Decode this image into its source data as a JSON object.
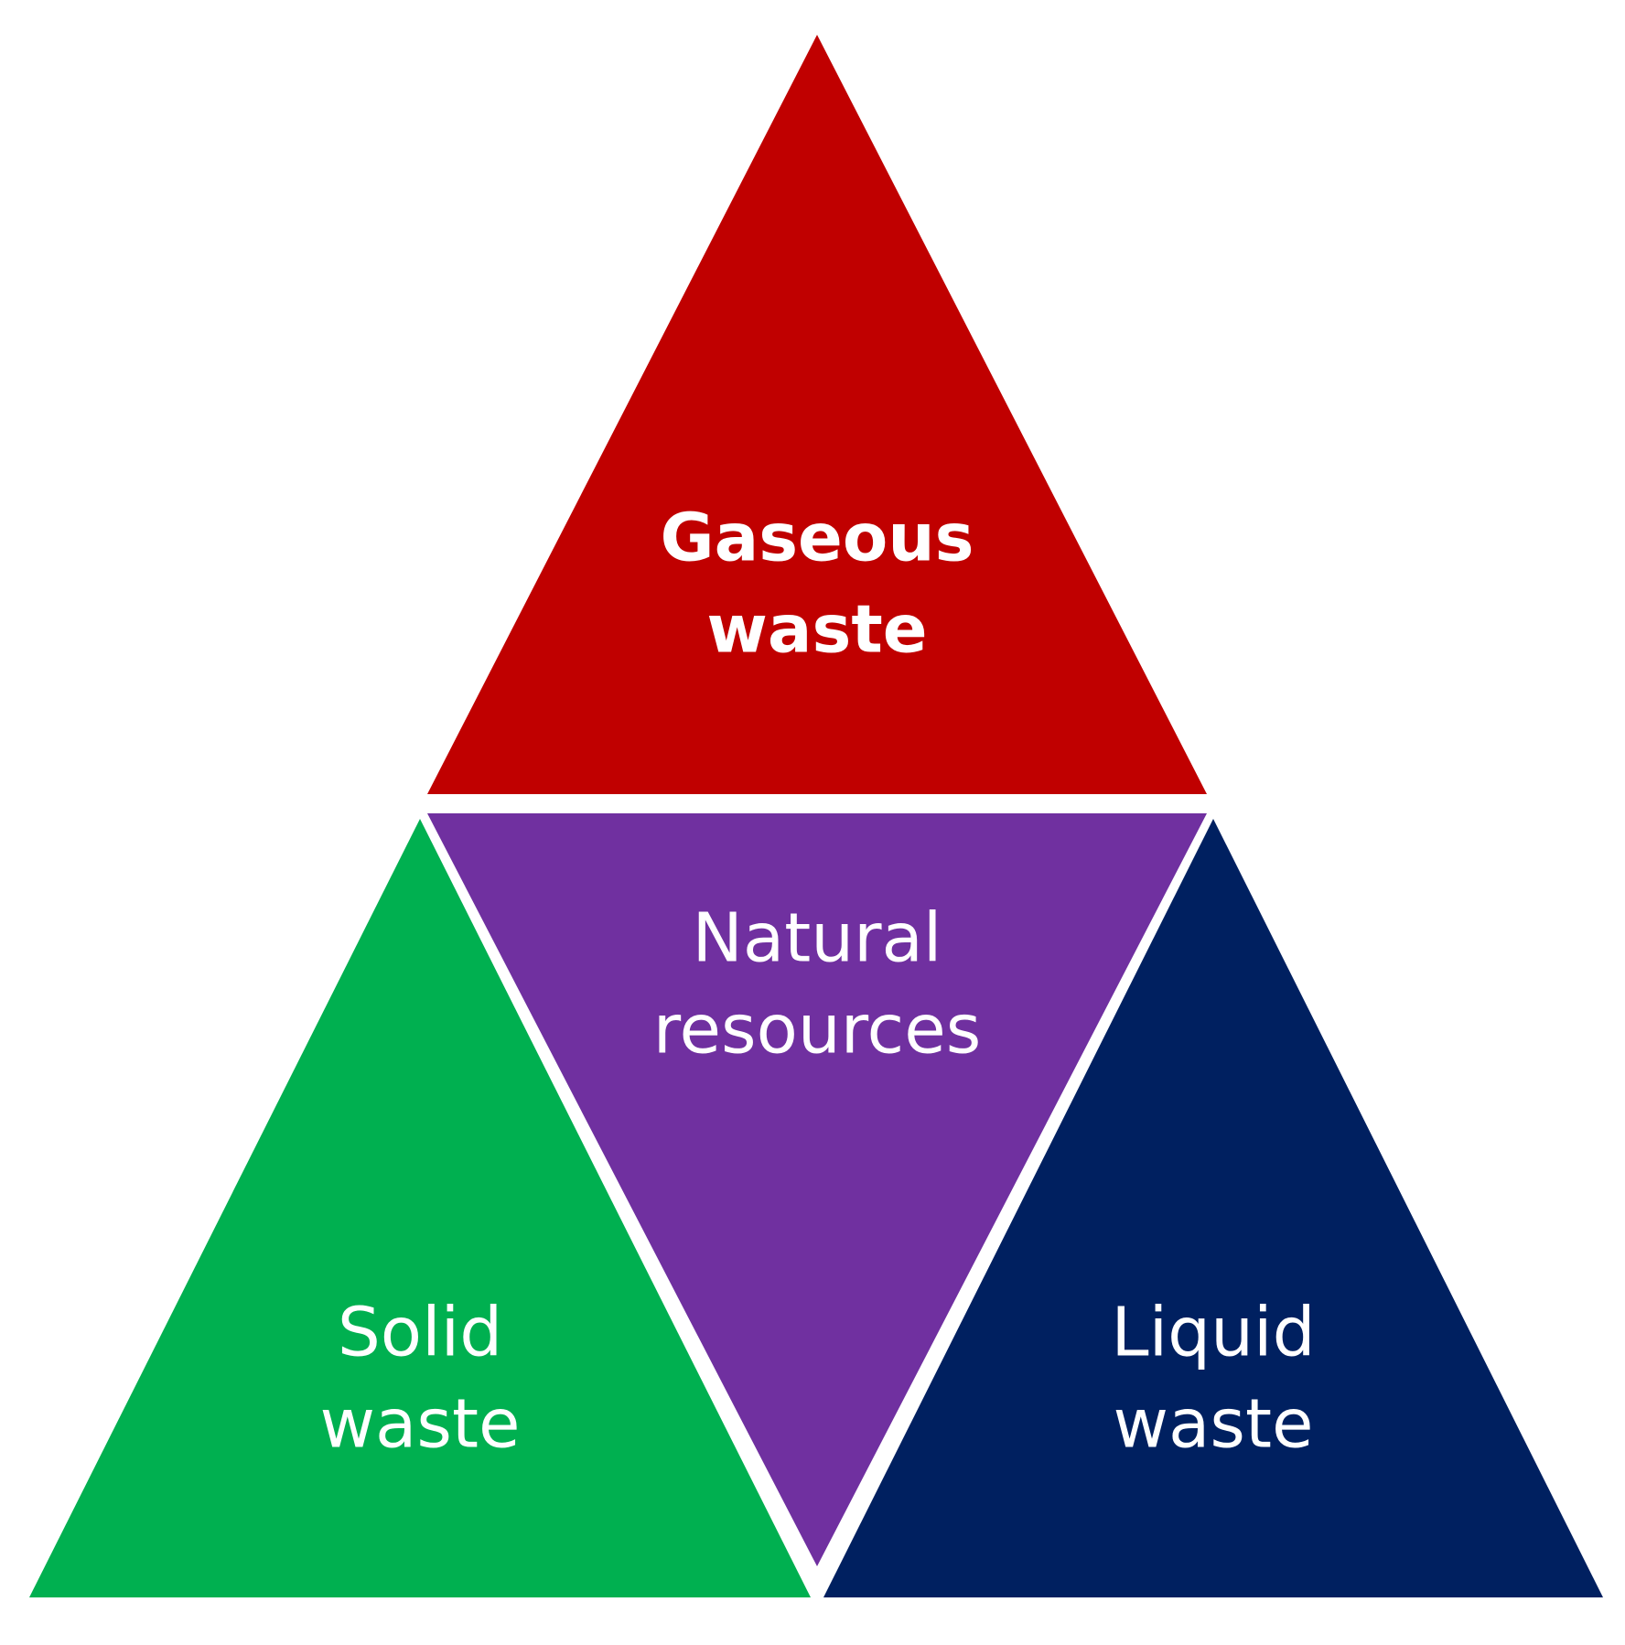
{
  "diagram": {
    "top": {
      "line1": "Gaseous",
      "line2": "waste",
      "color": "#C00000"
    },
    "center": {
      "line1": "Natural",
      "line2": "resources",
      "color": "#7030A0"
    },
    "left": {
      "line1": "Solid",
      "line2": "waste",
      "color": "#00B050"
    },
    "right": {
      "line1": "Liquid",
      "line2": "waste",
      "color": "#002060"
    }
  }
}
